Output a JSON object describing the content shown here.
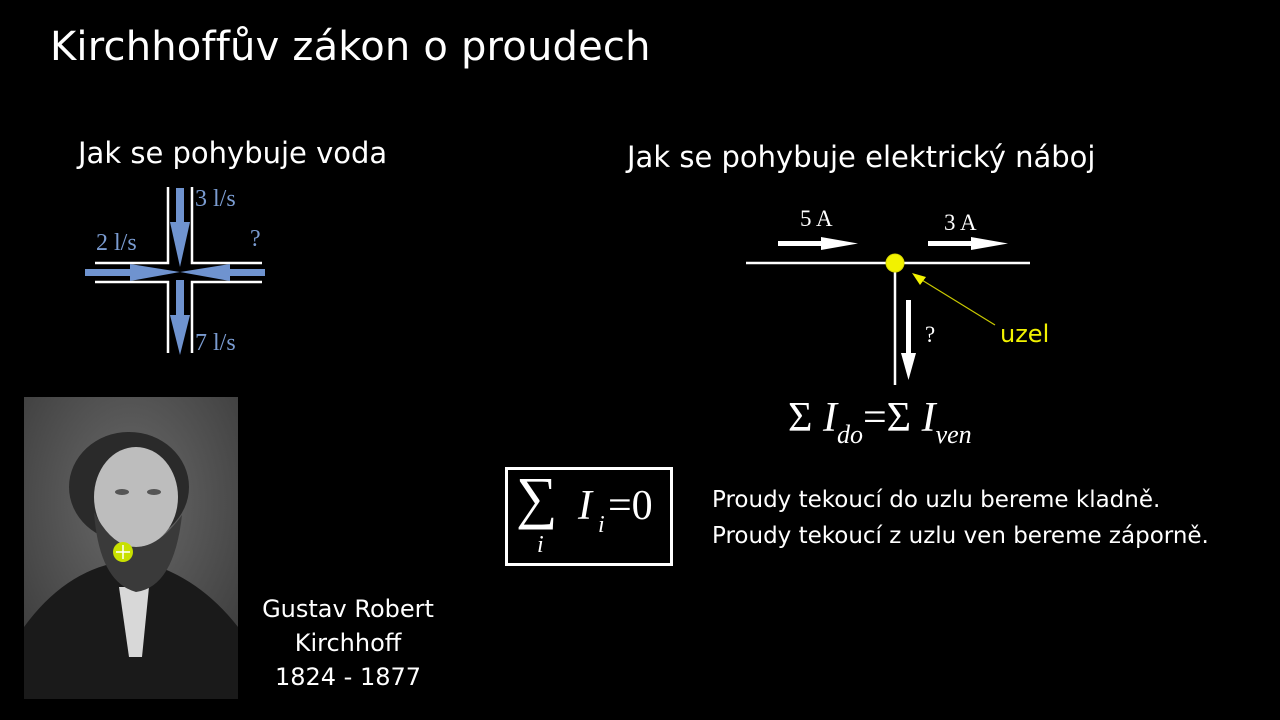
{
  "slide": {
    "title": "Kirchhoffův zákon o proudech",
    "left_heading": "Jak se pohybuje voda",
    "right_heading": "Jak se pohybuje elektrický náboj"
  },
  "water_diagram": {
    "top_flow": "3 l/s",
    "left_flow": "2 l/s",
    "right_flow": "?",
    "bottom_flow": "7 l/s",
    "arrow_color": "#6f93cf"
  },
  "circuit_diagram": {
    "left_current": "5 A",
    "right_current": "3 A",
    "down_current": "?",
    "node_label": "uzel",
    "node_color": "#f2f200"
  },
  "equations": {
    "sum_in_out": {
      "sigma": "Σ",
      "I": "I",
      "sub_in": "do",
      "eq": "=",
      "sub_out": "ven"
    },
    "sum_zero": {
      "sigma": "∑",
      "index": "i",
      "I": "I",
      "sub": "i",
      "rhs": "=0"
    }
  },
  "notes": [
    "Proudy tekoucí do uzlu bereme kladně.",
    "Proudy tekoucí z uzlu ven bereme záporně."
  ],
  "portrait": {
    "caption_line1": "Gustav Robert",
    "caption_line2": "Kirchhoff",
    "caption_line3": "1824 - 1877",
    "cursor_color": "#c8e000"
  }
}
